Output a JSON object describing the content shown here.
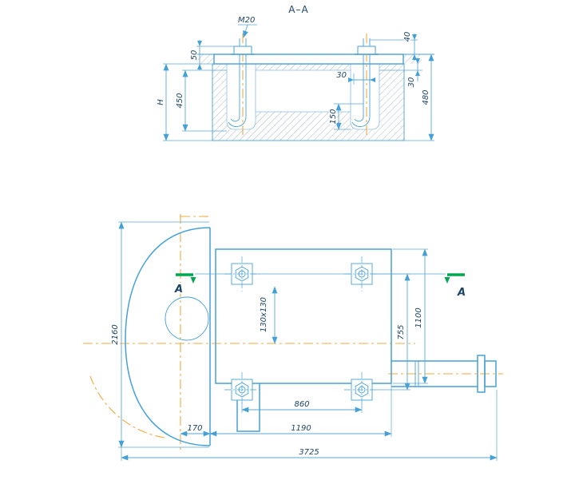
{
  "title_block": {
    "section_title": "A–A"
  },
  "section_view": {
    "bolt_label": "M20",
    "dim_grout": "50",
    "dim_protrusion": "40",
    "dim_pocket_depth": "30",
    "dim_hook_offset": "30",
    "dim_foundation_depth": "480",
    "dim_bolt_embed": "450",
    "dim_depth_var": "H",
    "dim_hook_height": "150"
  },
  "plan_view": {
    "section_letter": "A",
    "dim_overall_height": "2160",
    "dim_pad_size": "130x130",
    "dim_bolt_span_v": "755",
    "dim_base_height": "1100",
    "dim_bolt_span_h": "860",
    "dim_base_width": "1190",
    "dim_edge_offset": "170",
    "dim_overall_length": "3725"
  },
  "colors": {
    "outline_blue": "#46a0d8",
    "dim_text": "#1c4468",
    "centerline_orange": "#f2a93f",
    "section_mark_green": "#00a651",
    "hatch_gray": "#a3aeb8"
  }
}
